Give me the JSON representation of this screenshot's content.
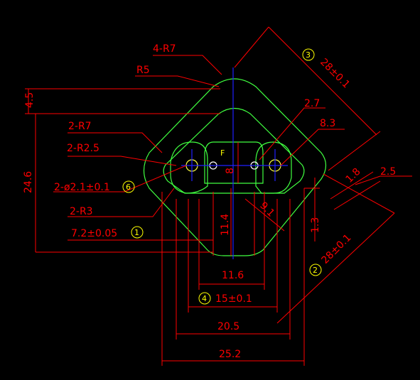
{
  "dimensions": {
    "four_r7": "4-R7",
    "r5": "R5",
    "two_r7": "2-R7",
    "two_r25": "2-R2.5",
    "two_phi21": "2-ø2.1±0.1",
    "two_r3": "2-R3",
    "seven_2": "7.2±0.05",
    "d4_5": "4.5",
    "d24_6": "24.6",
    "d11_4": "11.4",
    "d8": "8",
    "d9_1": "9.1",
    "d11_6": "11.6",
    "d15": "15±0.1",
    "d20_5": "20.5",
    "d25_2": "25.2",
    "d2_7": "2.7",
    "d8_3": "8.3",
    "d2_5": "2.5",
    "d1_3": "1.3",
    "d1_8": "1.8",
    "d28_top": "28±0.1",
    "d28_right": "28±0.1",
    "letter_f": "F"
  },
  "badges": {
    "b1": "1",
    "b2": "2",
    "b3": "3",
    "b4": "4",
    "b6": "6"
  },
  "colors": {
    "background": "#000000",
    "dimension": "#ff0000",
    "text": "#ffff00",
    "part": "#40ff40",
    "centerline": "#2020ff"
  }
}
